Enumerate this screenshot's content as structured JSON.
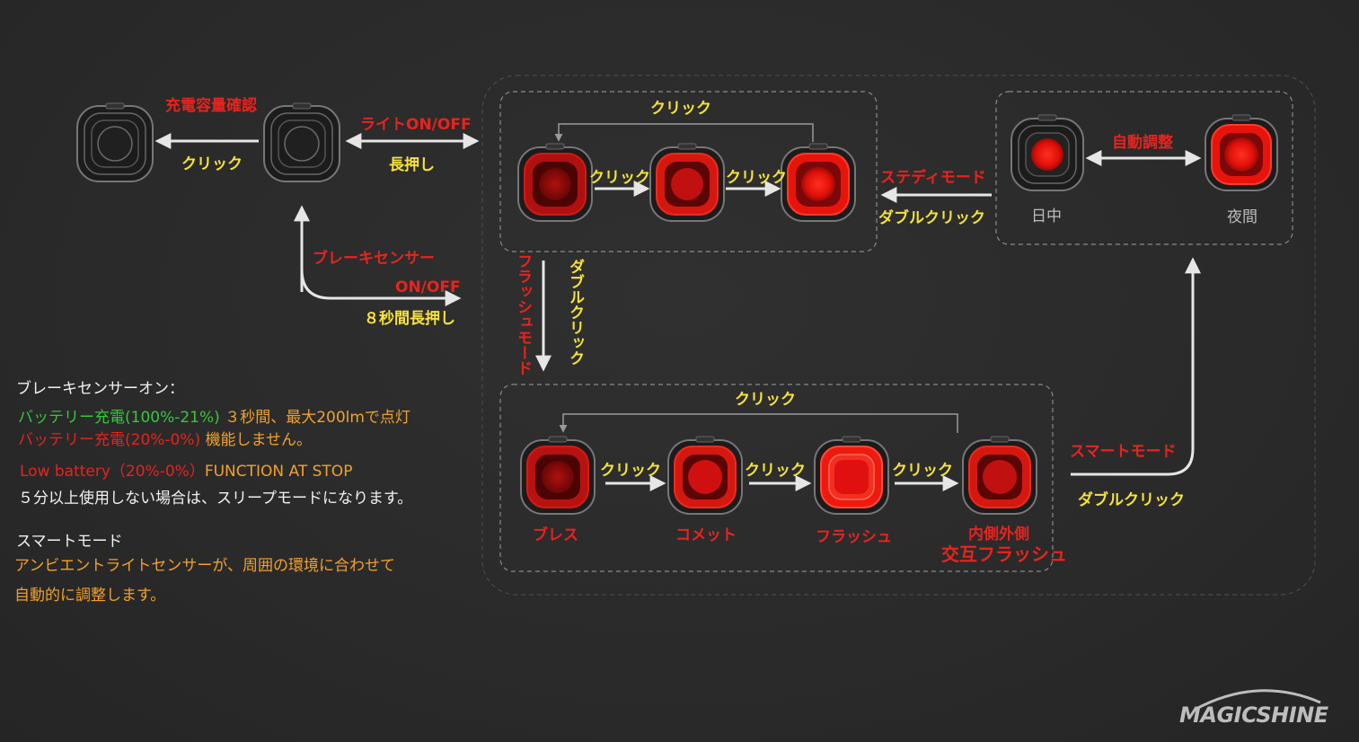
{
  "top_left": {
    "charge_check": "充電容量確認",
    "click": "クリック",
    "light_onoff": "ライトON/OFF",
    "long_press": "長押し",
    "brake_sensor": "ブレーキセンサー",
    "onoff": "ON/OFF",
    "press8": "８秒間長押し"
  },
  "steady_group": {
    "click_top": "クリック",
    "click_1": "クリック",
    "click_2": "クリック",
    "steady_mode": "ステディモード",
    "double_click": "ダブルクリック"
  },
  "smart_group": {
    "auto_adjust": "自動調整",
    "day": "日中",
    "night": "夜間"
  },
  "flash_switch": {
    "flash_mode": "フラッシュモード",
    "double_click": "ダブルクリック"
  },
  "flash_group": {
    "click_top": "クリック",
    "click_1": "クリック",
    "click_2": "クリック",
    "click_3": "クリック",
    "breath": "ブレス",
    "comet": "コメット",
    "flash": "フラッシュ",
    "inner_outer_1": "内側外側",
    "inner_outer_2": "交互フラッシュ",
    "smart_mode": "スマートモード",
    "double_click": "ダブルクリック"
  },
  "notes": {
    "brake_title": "ブレーキセンサーオン：",
    "battery_high": "バッテリー充電(100%-21%)",
    "battery_high_desc": "３秒間、最大200lmで点灯",
    "battery_low": "バッテリー充電(20%-0%)",
    "battery_low_desc": "機能しません。",
    "low_battery_en": "Low battery（20%-0%）",
    "function_stop": "FUNCTION AT STOP",
    "sleep": "５分以上使用しない場合は、スリープモードになります。",
    "smart_title": "スマートモード",
    "smart_desc_1": "アンビエントライトセンサーが、周囲の環境に合わせて",
    "smart_desc_2": "自動的に調整します。"
  },
  "brand": "MAGICSHINE",
  "colors": {
    "background": "#2a2a2a",
    "red_text": "#e8231e",
    "yellow_text": "#f6e33a",
    "green_text": "#35c83a",
    "orange_text": "#f3a12b",
    "lamp_red": "#e0100a"
  }
}
